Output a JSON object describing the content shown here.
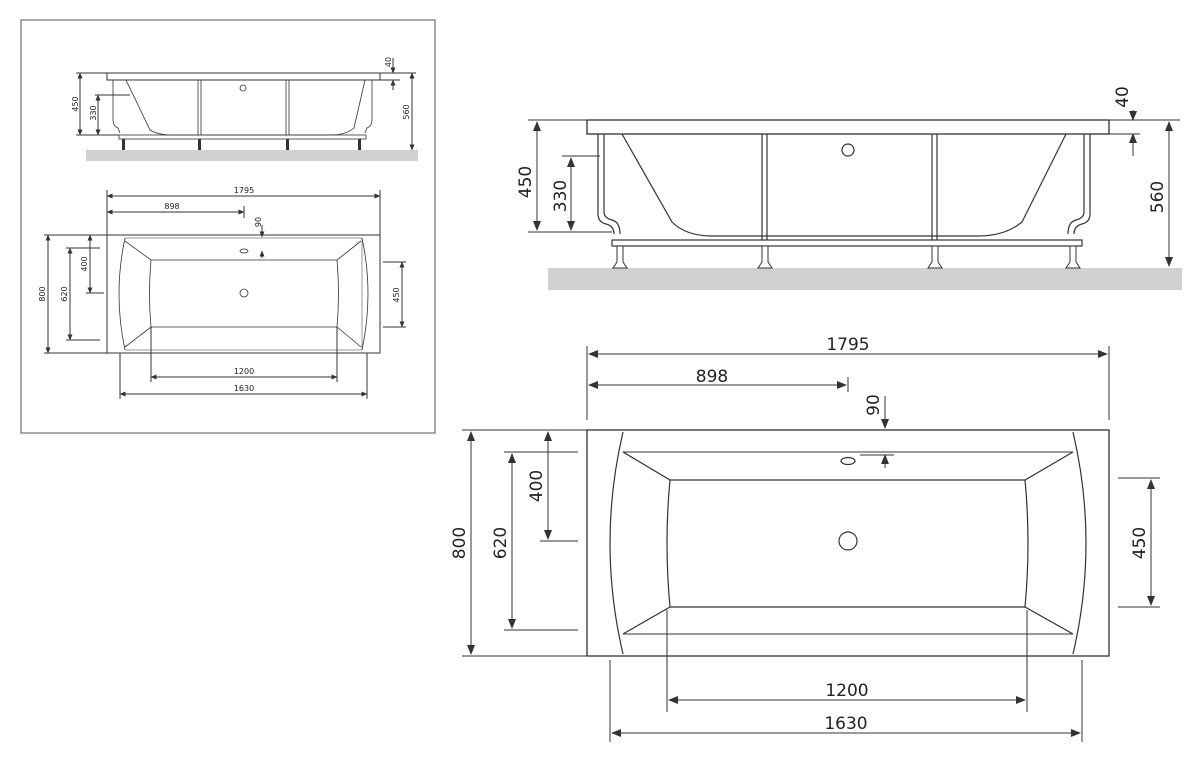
{
  "small": {
    "side": {
      "d40": "40",
      "d450": "450",
      "d330": "330",
      "d560": "560"
    },
    "top": {
      "d1795": "1795",
      "d898": "898",
      "d90": "90",
      "d800": "800",
      "d620": "620",
      "d400": "400",
      "d450": "450",
      "d1200": "1200",
      "d1630": "1630"
    }
  },
  "large": {
    "side": {
      "d40": "40",
      "d450": "450",
      "d330": "330",
      "d560": "560"
    },
    "top": {
      "d1795": "1795",
      "d898": "898",
      "d90": "90",
      "d800": "800",
      "d620": "620",
      "d400": "400",
      "d450": "450",
      "d1200": "1200",
      "d1630": "1630"
    }
  }
}
